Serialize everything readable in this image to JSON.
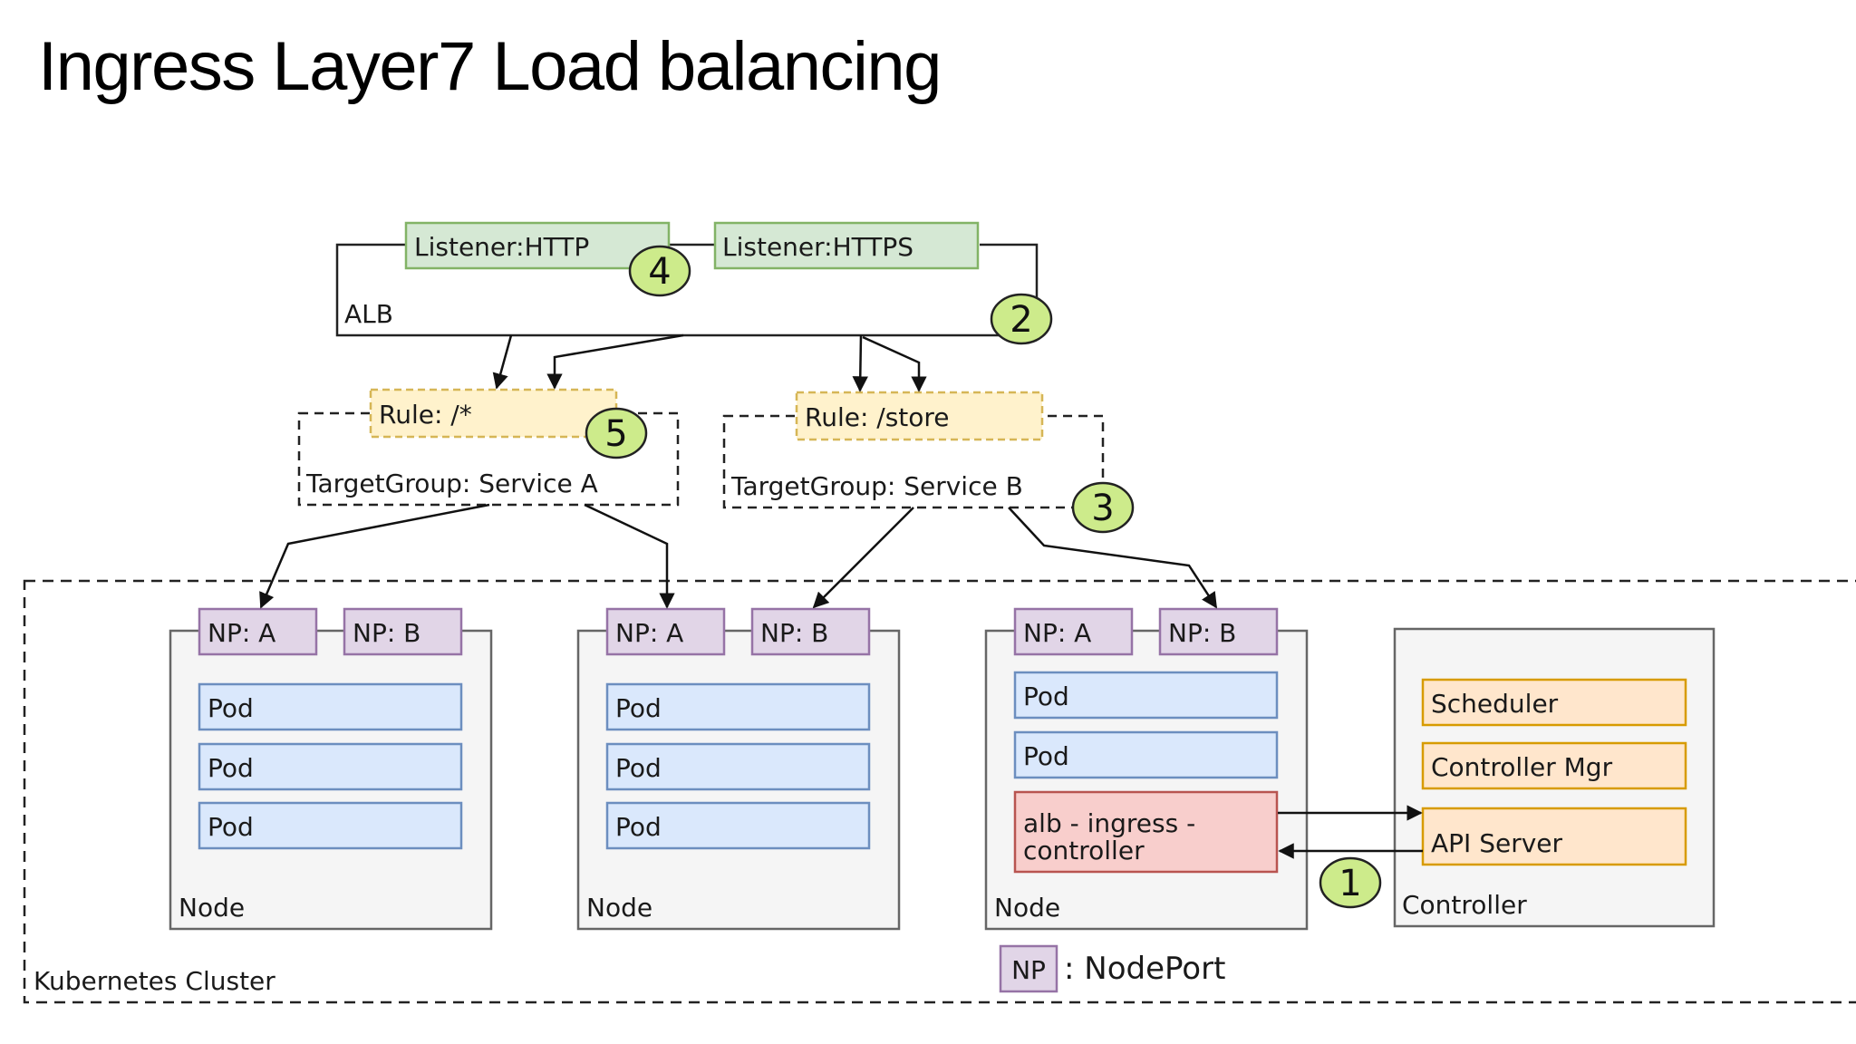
{
  "title": "Ingress Layer7 Load balancing",
  "colors": {
    "listener_fill": "#d5e8d4",
    "listener_stroke": "#82b366",
    "rule_fill": "#fff2cc",
    "rule_stroke": "#d6b656",
    "np_fill": "#e1d5e7",
    "np_stroke": "#9673a6",
    "pod_fill": "#dae8fc",
    "pod_stroke": "#6c8ebf",
    "ingress_fill": "#f8cecc",
    "ingress_stroke": "#b85450",
    "control_fill": "#ffe6cc",
    "control_stroke": "#d79b00",
    "node_fill": "#f5f5f5",
    "node_stroke": "#666666",
    "badge_fill": "#cdeb8b"
  },
  "alb": {
    "label": "ALB",
    "listener_http": "Listener:HTTP",
    "listener_https": "Listener:HTTPS"
  },
  "rules": {
    "rule_a": "Rule: /*",
    "target_a": "TargetGroup: Service A",
    "rule_b": "Rule: /store",
    "target_b": "TargetGroup: Service B"
  },
  "cluster": {
    "label": "Kubernetes Cluster",
    "node1": {
      "label": "Node",
      "np_a": "NP: A",
      "np_b": "NP: B",
      "pods": [
        "Pod",
        "Pod",
        "Pod"
      ]
    },
    "node2": {
      "label": "Node",
      "np_a": "NP: A",
      "np_b": "NP: B",
      "pods": [
        "Pod",
        "Pod",
        "Pod"
      ]
    },
    "node3": {
      "label": "Node",
      "np_a": "NP: A",
      "np_b": "NP: B",
      "pods": [
        "Pod",
        "Pod"
      ],
      "ingress_line1": "alb - ingress -",
      "ingress_line2": "controller"
    },
    "controller": {
      "label": "Controller",
      "scheduler": "Scheduler",
      "controller_mgr": "Controller Mgr",
      "api_server": "API Server"
    }
  },
  "badges": [
    "1",
    "2",
    "3",
    "4",
    "5"
  ],
  "legend": {
    "abbr": "NP",
    "text": ": NodePort"
  }
}
